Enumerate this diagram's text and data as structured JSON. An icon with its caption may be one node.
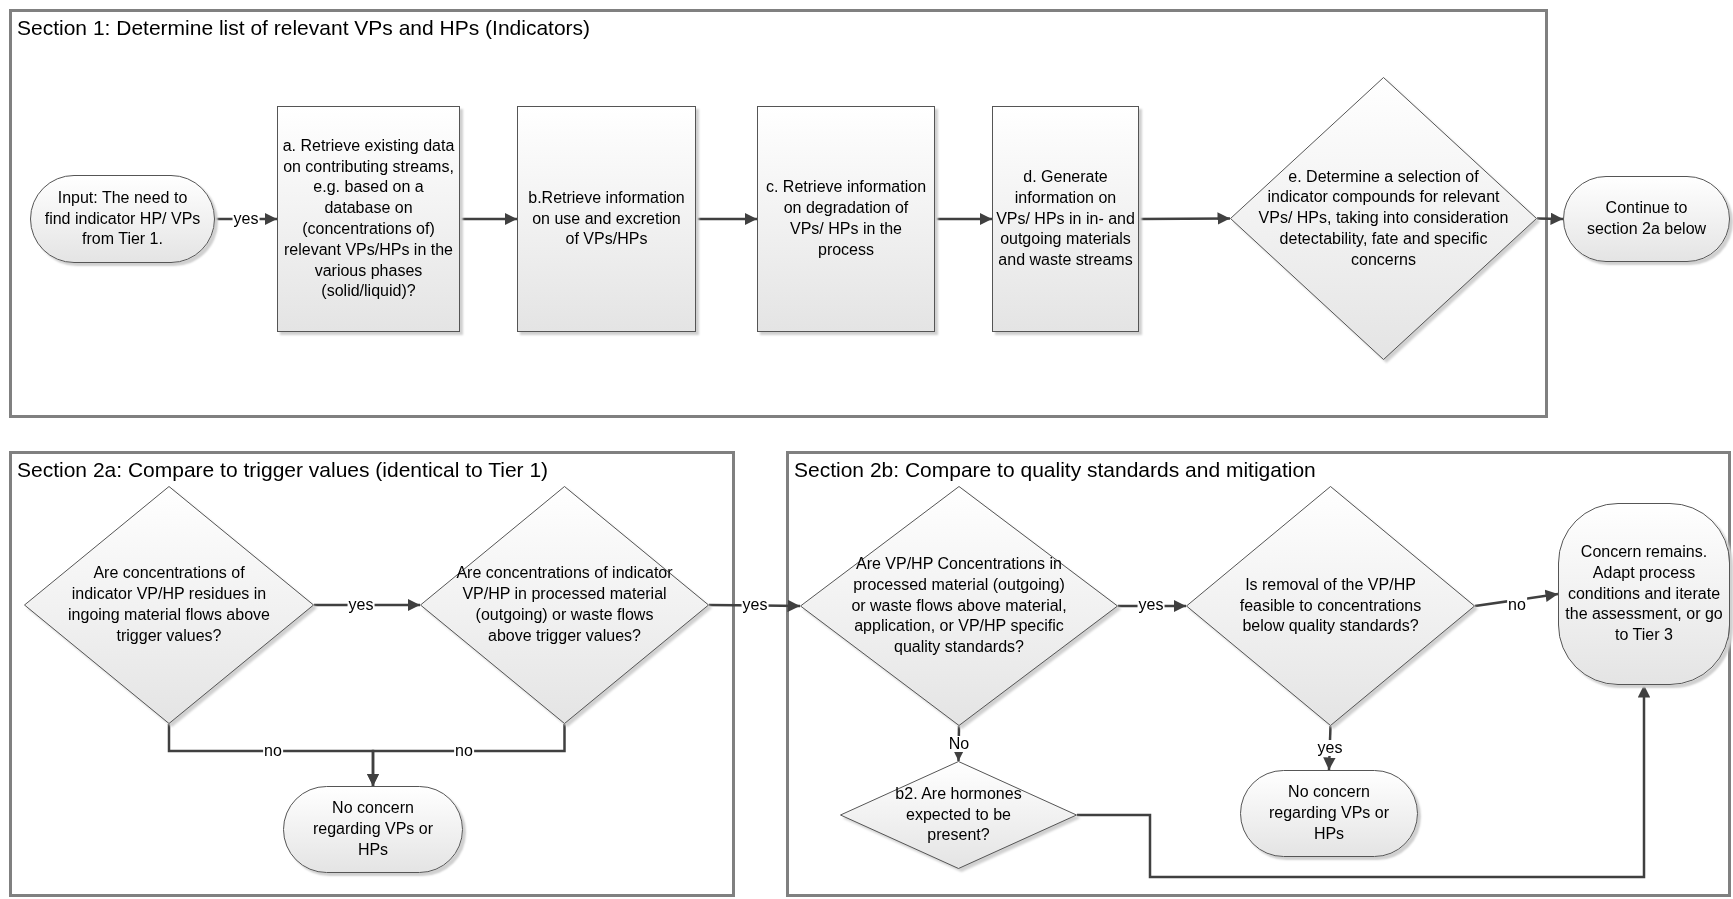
{
  "diagram": {
    "nodes": [
      {
        "text": [
          "Section 1: Determine list of relevant VPs and HPs (Indicators)"
        ]
      },
      {
        "text": [
          "Input: The need to find indicator HP/ VPs from Tier 1."
        ],
        "in": 0
      },
      {
        "text": [
          "a. Retrieve existing data on contributing streams, e.g. based on a database on (concentrations of) relevant VPs/HPs in the various phases (solid/liquid)?"
        ],
        "in": 0
      },
      {
        "text": [
          "b.Retrieve information on use and excretion of VPs/HPs"
        ],
        "in": 0
      },
      {
        "text": [
          "c. Retrieve information on degradation of VPs/ HPs in the process"
        ],
        "in": 0
      },
      {
        "text": [
          "d. Generate information on VPs/ HPs in in- and outgoing materials and waste streams"
        ],
        "in": 0
      },
      {
        "text": [
          "e. Determine a selection of indicator compounds for relevant VPs/ HPs, taking into consideration detectability, fate and specific concerns"
        ],
        "in": 0
      },
      {
        "text": [
          "Continue to section 2a below"
        ]
      },
      {
        "text": [
          "Section 2a: Compare to trigger values (identical to Tier 1)"
        ]
      },
      {
        "text": [
          "Are concentrations of indicator VP/HP residues in ingoing material flows above trigger values?"
        ],
        "in": 8
      },
      {
        "text": [
          "Are concentrations of indicator VP/HP in processed material (outgoing) or waste flows above trigger values?"
        ],
        "in": 8
      },
      {
        "text": [
          "No concern regarding VPs or HPs"
        ],
        "in": 8
      },
      {
        "text": [
          "Section 2b: Compare to quality standards and mitigation"
        ]
      },
      {
        "text": [
          "Are VP/HP Concentrations in processed material (outgoing) or waste flows above material, application, or VP/HP specific quality standards?"
        ],
        "in": 12
      },
      {
        "text": [
          "Is removal of the VP/HP feasible to concentrations below quality standards?"
        ],
        "in": 12
      },
      {
        "text": [
          "Concern remains. Adapt process conditions and iterate the assessment, or go to Tier 3"
        ],
        "in": 12
      },
      {
        "text": [
          "b2. Are hormones expected to be present?"
        ],
        "in": 12
      },
      {
        "text": [
          "No concern regarding VPs or HPs"
        ],
        "in": 12
      }
    ],
    "edges": [
      {
        "from": 1,
        "to": 2,
        "arrow": "to",
        "label": "yes"
      },
      {
        "from": 2,
        "to": 3,
        "arrow": "to"
      },
      {
        "from": 3,
        "to": 4,
        "arrow": "to"
      },
      {
        "from": 4,
        "to": 5,
        "arrow": "to"
      },
      {
        "from": 5,
        "to": 6,
        "arrow": "to"
      },
      {
        "from": 6,
        "to": 7,
        "arrow": "to"
      },
      {
        "from": 9,
        "to": 10,
        "arrow": "to",
        "label": "yes"
      },
      {
        "from": 10,
        "to": 13,
        "arrow": "to",
        "label": "yes"
      },
      {
        "from": 9,
        "to": 11,
        "arrow": "to",
        "label": "no"
      },
      {
        "from": 10,
        "to": 11,
        "arrow": "to",
        "label": "no"
      },
      {
        "from": 13,
        "to": 14,
        "arrow": "to",
        "label": "yes"
      },
      {
        "from": 14,
        "to": 15,
        "arrow": "to",
        "label": "no"
      },
      {
        "from": 13,
        "to": 16,
        "arrow": "to",
        "label": "No"
      },
      {
        "from": 14,
        "to": 17,
        "arrow": "to",
        "label": "yes"
      },
      {
        "from": 16,
        "to": 15,
        "arrow": "to"
      }
    ]
  }
}
